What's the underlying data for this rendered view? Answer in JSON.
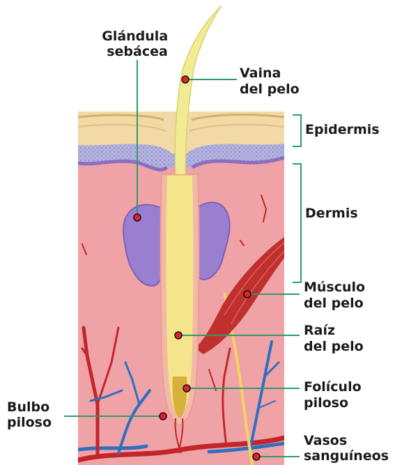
{
  "labels": {
    "sebaceous_gland": [
      "Glándula",
      "sebácea"
    ],
    "hair_shaft": [
      "Vaina",
      "del pelo"
    ],
    "epidermis": [
      "Epidermis"
    ],
    "dermis": [
      "Dermis"
    ],
    "muscle": [
      "Músculo",
      "del pelo"
    ],
    "root": [
      "Raíz",
      "del pelo"
    ],
    "follicle": [
      "Folículo",
      "piloso"
    ],
    "bulb": [
      "Bulbo",
      "piloso"
    ],
    "vessels": [
      "Vasos",
      "sanguíneos"
    ]
  },
  "colors": {
    "leader_line": "#2e9a6a",
    "marker": "#e4202a",
    "dermis": "#efa3a6",
    "epidermis": "#f2d9a6",
    "basal_layer": "#a9a6d6",
    "gland": "#8a6ec1",
    "hair": "#f1ec93",
    "muscle": "#c0302e",
    "artery": "#c2262b",
    "vein": "#2d6fc0",
    "nerve": "#f4d460"
  }
}
